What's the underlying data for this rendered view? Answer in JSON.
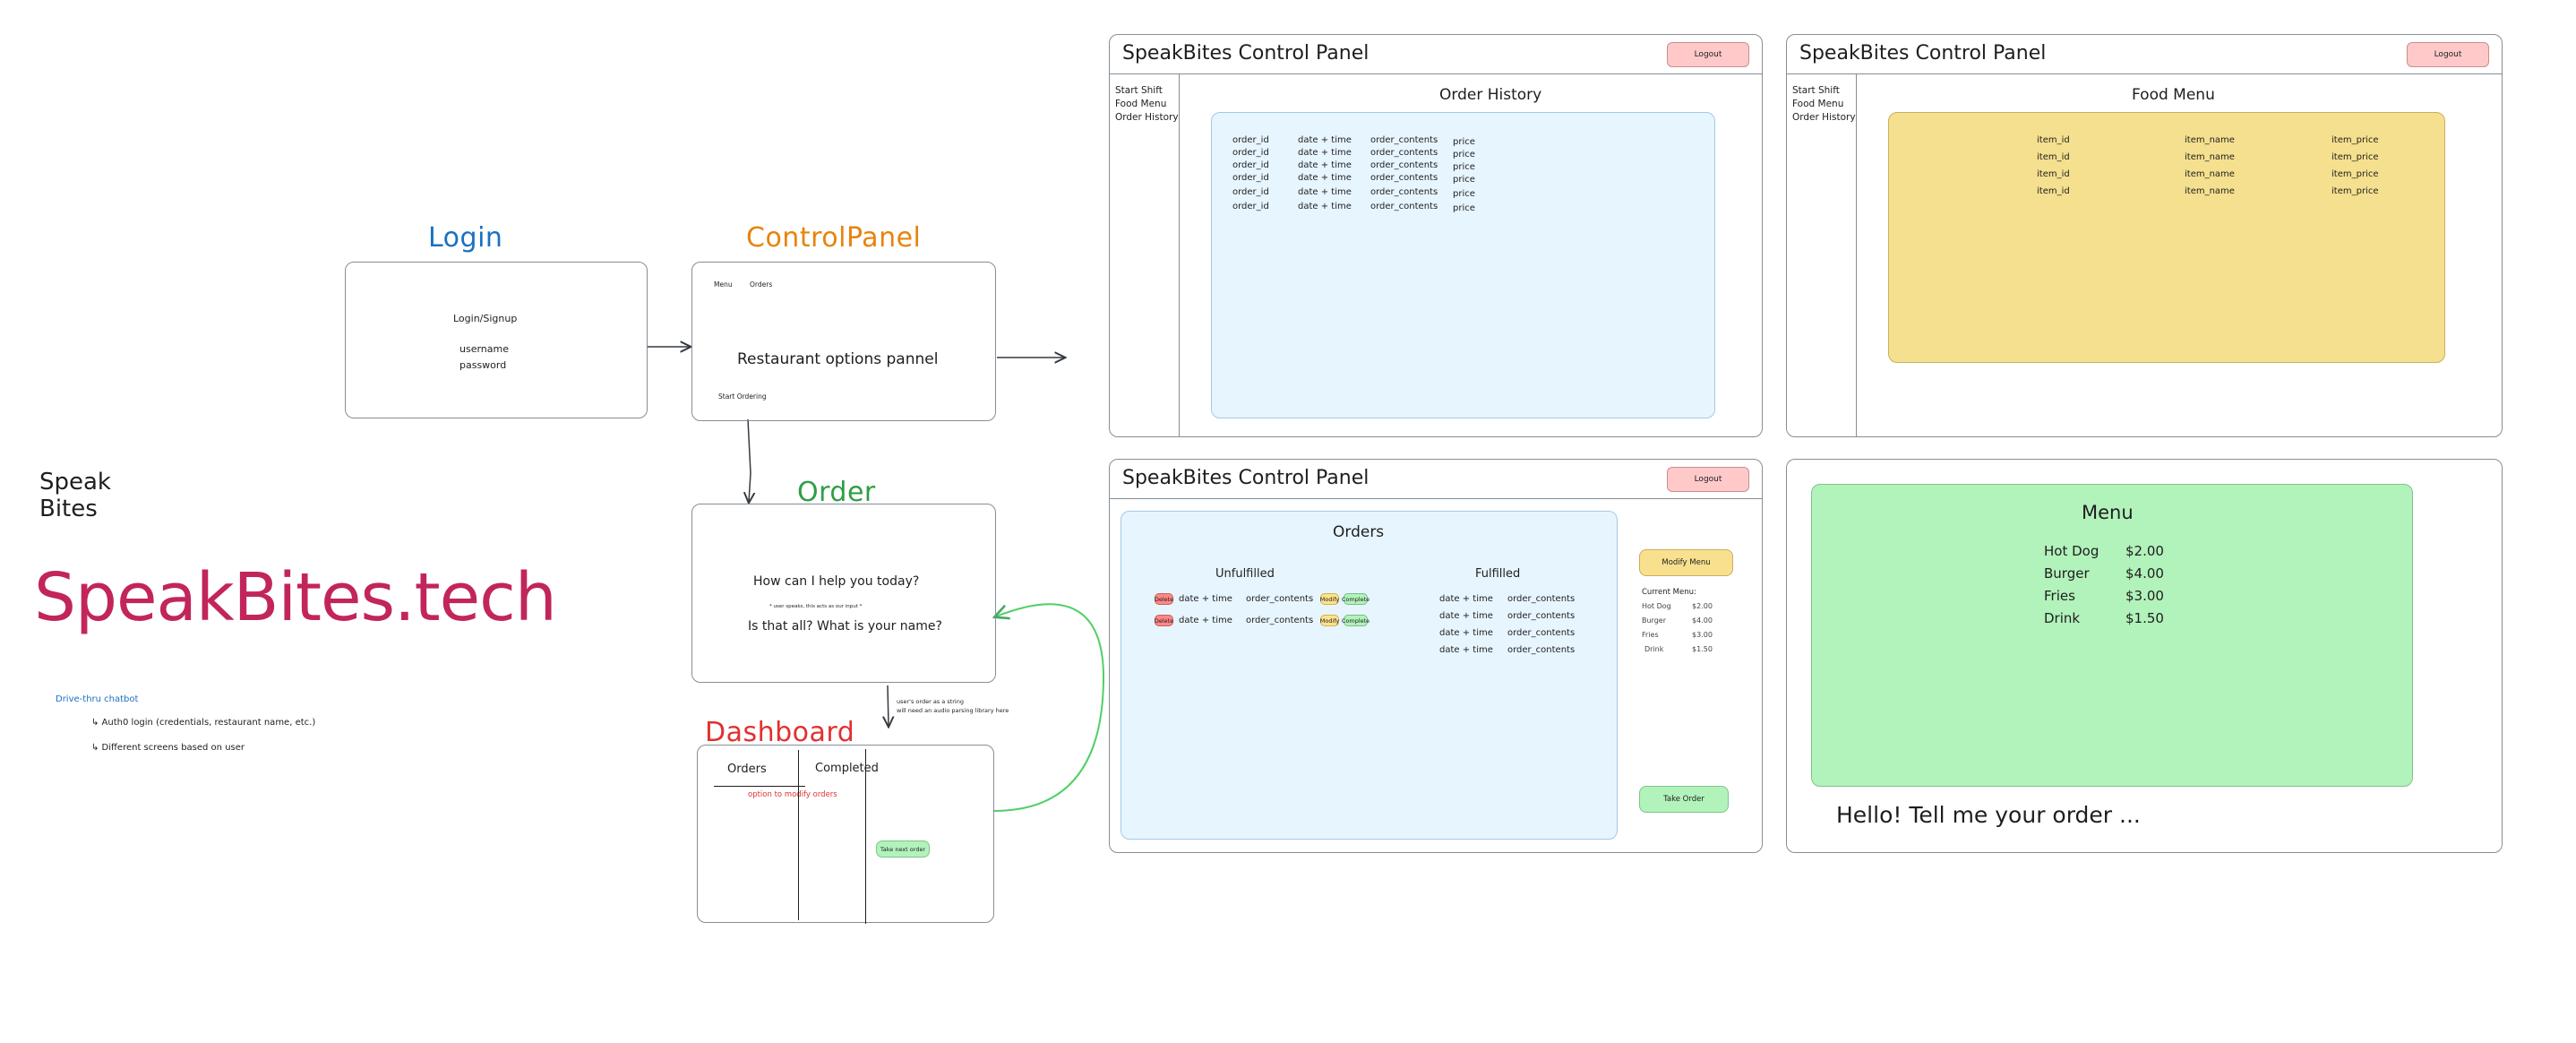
{
  "board": {
    "brand_small": "Speak\nBites",
    "brand_big": "SpeakBites.tech",
    "notes": {
      "header": "Drive-thru chatbot",
      "bullet1": "↳ Auth0 login (credentials, restaurant name, etc.)",
      "bullet2": "↳ Different screens based on user"
    }
  },
  "flow": {
    "login": {
      "title": "Login",
      "line1": "Login/Signup",
      "line2": "username",
      "line3": "password"
    },
    "control_panel": {
      "title": "ControlPanel",
      "nav1": "Menu",
      "nav2": "Orders",
      "body": "Restaurant options pannel",
      "footer": "Start Ordering"
    },
    "order": {
      "title": "Order",
      "line1": "How can I help you today?",
      "note": "* user speaks, this acts as our input *",
      "line2": "Is that all? What is your name?",
      "side_note_1": "user's order as a string",
      "side_note_2": "will need an audio parsing library here"
    },
    "dashboard": {
      "title": "Dashboard",
      "col1": "Orders",
      "col2": "Completed",
      "note": "option to modify orders",
      "button": "Take next order"
    }
  },
  "app": {
    "window_title": "SpeakBites Control Panel",
    "logout_label": "Logout",
    "sidebar": [
      "Start Shift",
      "Food Menu",
      "Order History"
    ],
    "order_history": {
      "heading": "Order History",
      "columns": [
        "order_id",
        "date + time",
        "order_contents",
        "price"
      ],
      "rows": [
        [
          "order_id",
          "date + time",
          "order_contents",
          "price"
        ],
        [
          "order_id",
          "date + time",
          "order_contents",
          "price"
        ],
        [
          "order_id",
          "date + time",
          "order_contents",
          "price"
        ],
        [
          "order_id",
          "date + time",
          "order_contents",
          "price"
        ],
        [
          "order_id",
          "date + time",
          "order_contents",
          "price"
        ],
        [
          "order_id",
          "date + time",
          "order_contents",
          "price"
        ]
      ]
    },
    "food_menu": {
      "heading": "Food Menu",
      "columns": [
        "item_id",
        "item_name",
        "item_price"
      ],
      "rows": [
        [
          "item_id",
          "item_name",
          "item_price"
        ],
        [
          "item_id",
          "item_name",
          "item_price"
        ],
        [
          "item_id",
          "item_name",
          "item_price"
        ],
        [
          "item_id",
          "item_name",
          "item_price"
        ]
      ]
    },
    "orders": {
      "heading": "Orders",
      "unfulfilled_heading": "Unfulfilled",
      "fulfilled_heading": "Fulfilled",
      "row_buttons": {
        "delete": "Delete",
        "modify": "Modify",
        "complete": "Complete"
      },
      "unfulfilled_rows": [
        [
          "date + time",
          "order_contents"
        ],
        [
          "date + time",
          "order_contents"
        ]
      ],
      "fulfilled_rows": [
        [
          "date + time",
          "order_contents"
        ],
        [
          "date + time",
          "order_contents"
        ],
        [
          "date + time",
          "order_contents"
        ],
        [
          "date + time",
          "order_contents"
        ]
      ],
      "modify_menu_label": "Modify Menu",
      "take_order_label": "Take Order",
      "current_menu_label": "Current Menu:",
      "current_menu": [
        {
          "name": "Hot Dog",
          "price": "$2.00"
        },
        {
          "name": "Burger",
          "price": "$4.00"
        },
        {
          "name": "Fries",
          "price": "$3.00"
        },
        {
          "name": "Drink",
          "price": "$1.50"
        }
      ]
    },
    "customer_menu": {
      "heading": "Menu",
      "items": [
        {
          "name": "Hot Dog",
          "price": "$2.00"
        },
        {
          "name": "Burger",
          "price": "$4.00"
        },
        {
          "name": "Fries",
          "price": "$3.00"
        },
        {
          "name": "Drink",
          "price": "$1.50"
        }
      ],
      "greeting": "Hello! Tell me your order ..."
    }
  },
  "colors": {
    "login": "#1971c2",
    "control_panel": "#e8830c",
    "order": "#2f9e44",
    "dashboard": "#e03131",
    "brand": "#c2255c",
    "blue_fill": "#e7f5ff",
    "yellow_fill": "#f5e08f",
    "green_fill": "#b2f2bb",
    "logout_fill": "#ffc9c9"
  }
}
